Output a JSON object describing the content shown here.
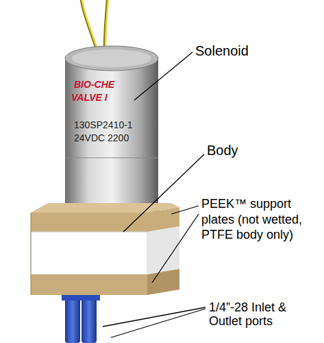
{
  "diagram": {
    "labels": [
      "Solenoid",
      "Body",
      "PEEK™ support plates (not wetted, PTFE body only)",
      "1/4”-28 Inlet & Outlet ports",
      "BIO-CHE",
      "VALVE I",
      "130SP2410-1",
      "24VDC 2200"
    ]
  }
}
